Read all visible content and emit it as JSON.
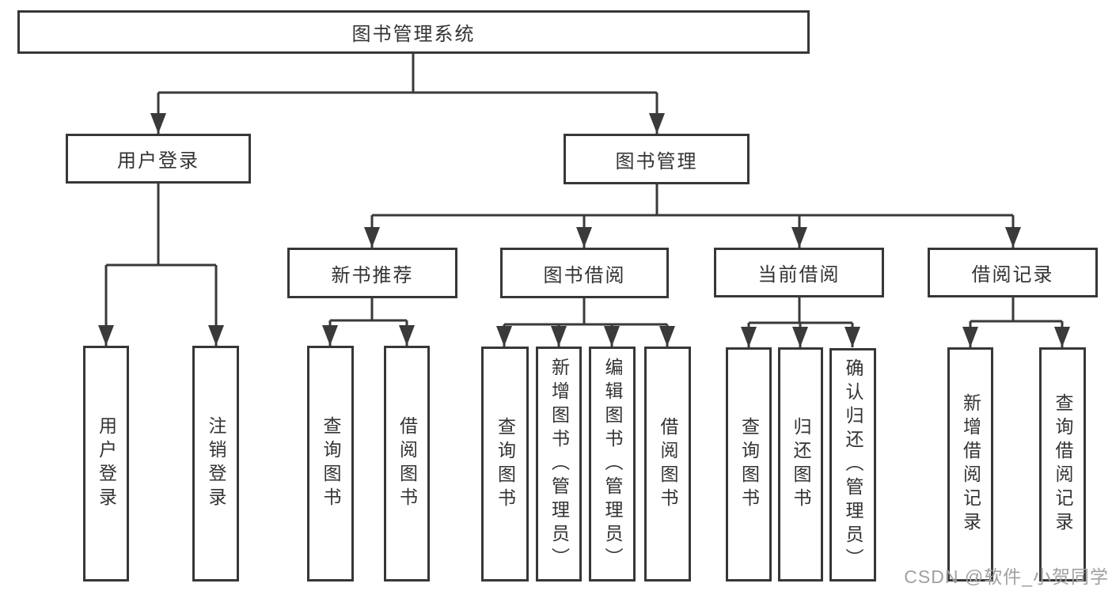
{
  "diagram": {
    "type": "tree-diagram",
    "colors": {
      "box_border": "#373737",
      "connector_line": "#3a3a3a",
      "text": "#333333",
      "watermark": "#a0a0a0",
      "background": "#ffffff"
    },
    "tree": {
      "label": "图书管理系统",
      "children": [
        {
          "label": "用户登录",
          "children": [
            {
              "label": "用户登录"
            },
            {
              "label": "注销登录"
            }
          ]
        },
        {
          "label": "图书管理",
          "children": [
            {
              "label": "新书推荐",
              "children": [
                {
                  "label": "查询图书"
                },
                {
                  "label": "借阅图书"
                }
              ]
            },
            {
              "label": "图书借阅",
              "children": [
                {
                  "label": "查询图书"
                },
                {
                  "label": "新增图书（管理员）"
                },
                {
                  "label": "编辑图书（管理员）"
                },
                {
                  "label": "借阅图书"
                }
              ]
            },
            {
              "label": "当前借阅",
              "children": [
                {
                  "label": "查询图书"
                },
                {
                  "label": "归还图书"
                },
                {
                  "label": "确认归还（管理员）"
                }
              ]
            },
            {
              "label": "借阅记录",
              "children": [
                {
                  "label": "新增借阅记录"
                },
                {
                  "label": "查询借阅记录"
                }
              ]
            }
          ]
        }
      ]
    }
  },
  "watermark": {
    "text": "CSDN @软件_小贺同学"
  }
}
